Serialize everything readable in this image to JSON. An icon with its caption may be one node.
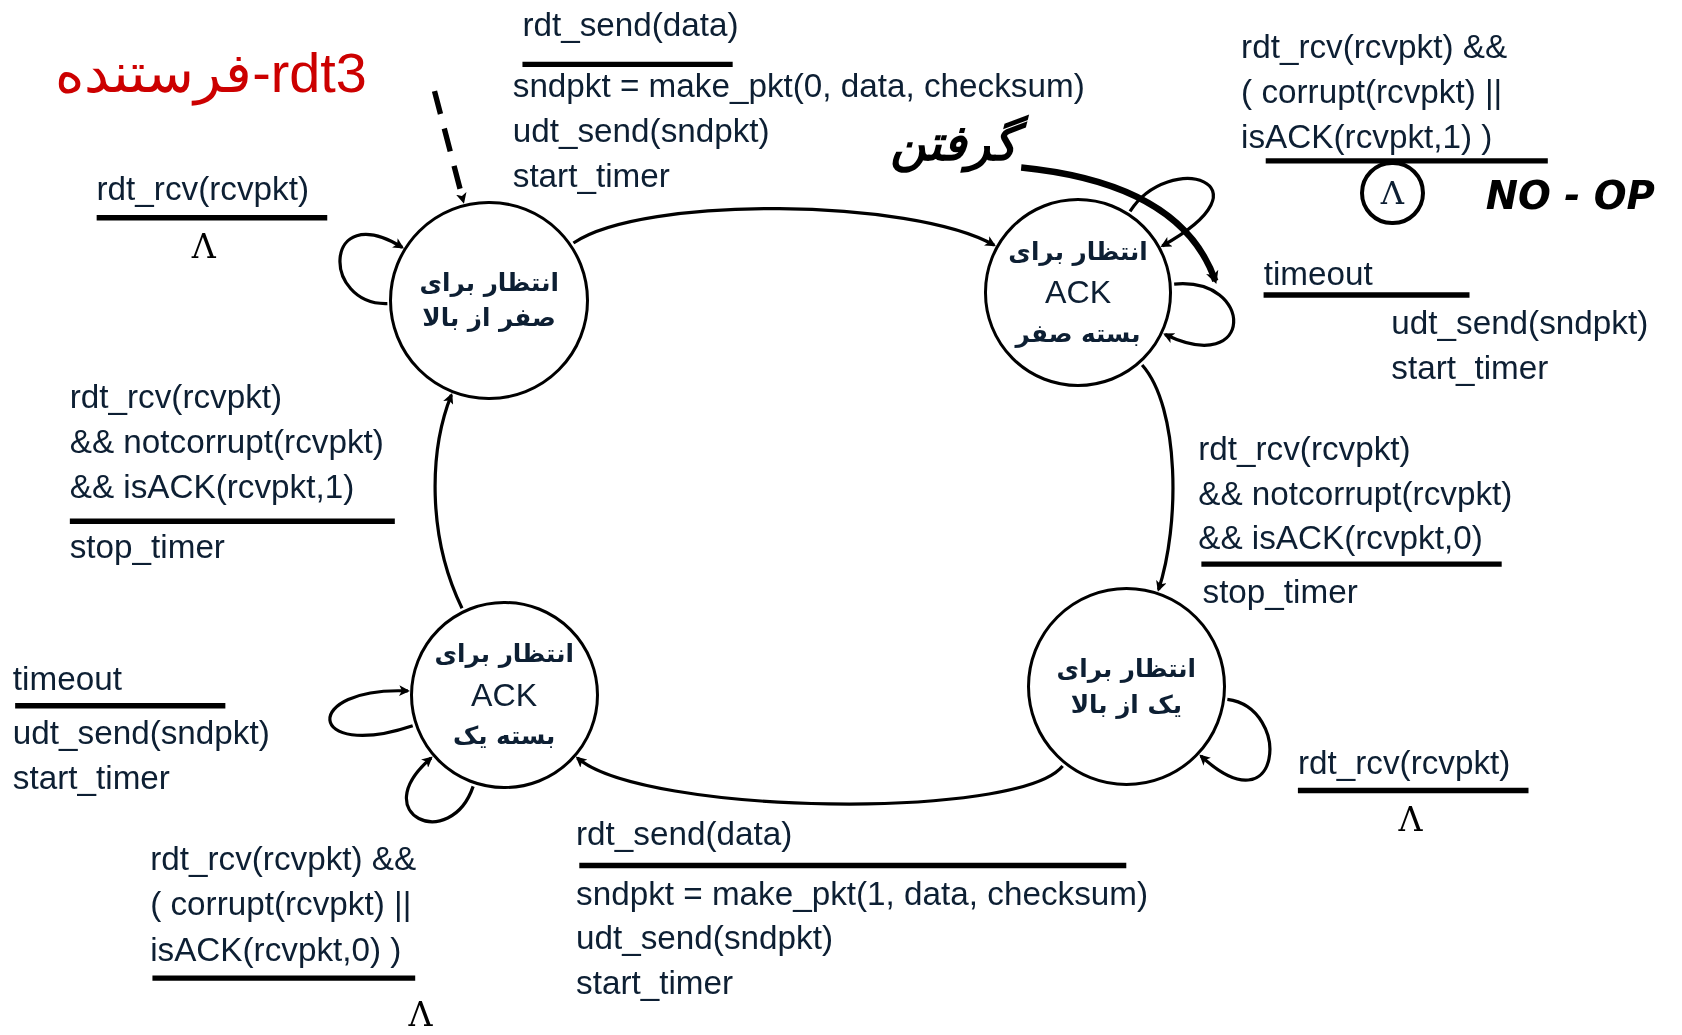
{
  "diagram": {
    "title": "rdt3-فرستنده",
    "nodes": [
      {
        "text": [
          "**انتظار برای صفر از بالا**"
        ]
      },
      {
        "text": [
          "**انتظار برای** ACK **بسته صفر**"
        ]
      },
      {
        "text": [
          "**انتظار برای یک از بالا**"
        ]
      },
      {
        "text": [
          "**انتظار برای** ACK **بسته یک**"
        ]
      },
      {
        "text": [
          "گرفتن"
        ]
      },
      {
        "text": [
          "Λ"
        ]
      }
    ],
    "edges": [
      {
        "from": null,
        "to": 0,
        "arrow": "to",
        "style": "dashed"
      },
      {
        "from": 0,
        "to": 0,
        "arrow": "to"
      },
      {
        "from": 0,
        "to": 1,
        "arrow": "to"
      },
      {
        "from": 1,
        "to": 1,
        "arrow": "to"
      },
      {
        "from": 1,
        "to": 1,
        "arrow": "to"
      },
      {
        "from": 1,
        "to": 2,
        "arrow": "to"
      },
      {
        "from": 2,
        "to": 2,
        "arrow": "to"
      },
      {
        "from": 2,
        "to": 3,
        "arrow": "to"
      },
      {
        "from": 3,
        "to": 3,
        "arrow": "to"
      },
      {
        "from": 3,
        "to": 3,
        "arrow": "to"
      },
      {
        "from": 3,
        "to": 0,
        "arrow": "to"
      },
      {
        "from": 4,
        "to": 1,
        "arrow": "to",
        "style": "thick"
      }
    ],
    "labels": [
      "rdt_send(data)",
      "sndpkt = make_pkt(0, data, checksum)",
      "udt_send(sndpkt)",
      "start_timer",
      "rdt_rcv(rcvpkt) &&",
      "( corrupt(rcvpkt) ||",
      "isACK(rcvpkt,1) )",
      "NO - OP",
      "rdt_rcv(rcvpkt)",
      "Λ",
      "timeout",
      "udt_send(sndpkt)",
      "start_timer",
      "rdt_rcv(rcvpkt)",
      "&& notcorrupt(rcvpkt)",
      "&& isACK(rcvpkt,1)",
      "stop_timer",
      "rdt_rcv(rcvpkt)",
      "&& notcorrupt(rcvpkt)",
      "&& isACK(rcvpkt,0)",
      "stop_timer",
      "timeout",
      "udt_send(sndpkt)",
      "start_timer",
      "rdt_rcv(rcvpkt)",
      "Λ",
      "rdt_send(data)",
      "sndpkt = make_pkt(1, data, checksum)",
      "udt_send(sndpkt)",
      "start_timer",
      "rdt_rcv(rcvpkt) &&",
      "( corrupt(rcvpkt) ||",
      "isACK(rcvpkt,0) )",
      "Λ"
    ]
  }
}
